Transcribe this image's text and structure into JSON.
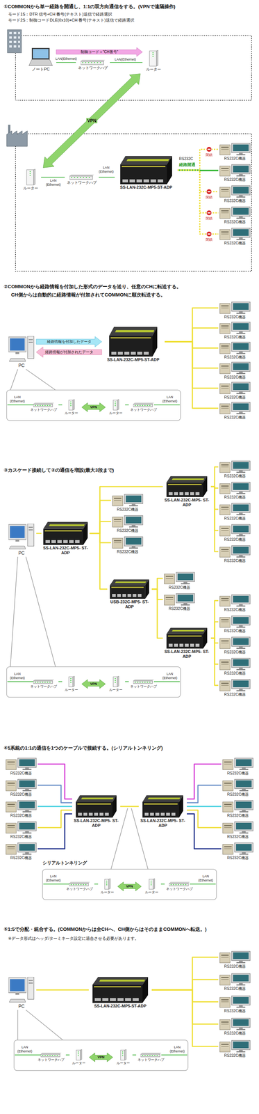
{
  "diagram": {
    "nodes": [
      {
        "text": [
          "ノートPC"
        ]
      },
      {
        "text": [
          "ネットワークハブ"
        ]
      },
      {
        "text": [
          "ルーター"
        ]
      },
      {
        "text": [
          "ルーター"
        ]
      },
      {
        "text": [
          "ネットワークハブ"
        ]
      },
      {
        "text": [
          "SS-LAN-232C-MP5-ST-ADP"
        ]
      },
      {
        "text": [
          "RS232C機器"
        ]
      },
      {
        "text": [
          "RS232C機器"
        ]
      },
      {
        "text": [
          "RS232C機器"
        ]
      },
      {
        "text": [
          "RS232C機器"
        ]
      },
      {
        "text": [
          "RS232C機器"
        ]
      },
      {
        "text": [
          "PC"
        ]
      },
      {
        "text": [
          "SS-LAN-232C-MP5-ST-ADP"
        ]
      },
      {
        "text": [
          "RS232C機器"
        ]
      },
      {
        "text": [
          "RS232C機器"
        ]
      },
      {
        "text": [
          "RS232C機器"
        ]
      },
      {
        "text": [
          "RS232C機器"
        ]
      },
      {
        "text": [
          "RS232C機器"
        ]
      },
      {
        "text": [
          "RS232C機器"
        ]
      },
      {
        "text": [
          "ネットワークハブ"
        ]
      },
      {
        "text": [
          "ルーター"
        ]
      },
      {
        "text": [
          "ルーター"
        ]
      },
      {
        "text": [
          "ネットワークハブ"
        ]
      },
      {
        "text": [
          "PC"
        ]
      },
      {
        "text": [
          "SS-LAN-232C-MP5- ST-ADP"
        ]
      },
      {
        "text": [
          "RS232C機器"
        ]
      },
      {
        "text": [
          "RS232C機器"
        ]
      },
      {
        "text": [
          "RS232C機器"
        ]
      },
      {
        "text": [
          "SS-LAN-232C-MP5- ST-ADP"
        ]
      },
      {
        "text": [
          "RS232C機器"
        ]
      },
      {
        "text": [
          "RS232C機器"
        ]
      },
      {
        "text": [
          "RS232C機器"
        ]
      },
      {
        "text": [
          "RS232C機器"
        ]
      },
      {
        "text": [
          "RS232C機器"
        ]
      },
      {
        "text": [
          "USB-232C-MP5- ST-ADP"
        ]
      },
      {
        "text": [
          "RS232C機器"
        ]
      },
      {
        "text": [
          "RS232C機器"
        ]
      },
      {
        "text": [
          "SS-LAN-232C-MP5- ST-ADP"
        ]
      },
      {
        "text": [
          "RS232C機器"
        ]
      },
      {
        "text": [
          "RS232C機器"
        ]
      },
      {
        "text": [
          "RS232C機器"
        ]
      },
      {
        "text": [
          "RS232C機器"
        ]
      },
      {
        "text": [
          "RS232C機器"
        ]
      },
      {
        "text": [
          "ネットワークハブ"
        ]
      },
      {
        "text": [
          "ルーター"
        ]
      },
      {
        "text": [
          "ルーター"
        ]
      },
      {
        "text": [
          "ネットワークハブ"
        ]
      },
      {
        "text": [
          "RS232C機器"
        ]
      },
      {
        "text": [
          "RS232C機器"
        ]
      },
      {
        "text": [
          "RS232C機器"
        ]
      },
      {
        "text": [
          "RS232C機器"
        ]
      },
      {
        "text": [
          "RS232C機器"
        ]
      },
      {
        "text": [
          "SS-LAN-232C-MP5- ST-ADP"
        ]
      },
      {
        "text": [
          "SS-LAN-232C-MP5- ST-ADP"
        ]
      },
      {
        "text": [
          "RS232C機器"
        ]
      },
      {
        "text": [
          "RS232C機器"
        ]
      },
      {
        "text": [
          "RS232C機器"
        ]
      },
      {
        "text": [
          "RS232C機器"
        ]
      },
      {
        "text": [
          "RS232C機器"
        ]
      },
      {
        "text": [
          "ネットワークハブ"
        ]
      },
      {
        "text": [
          "ルーター"
        ]
      },
      {
        "text": [
          "ルーター"
        ]
      },
      {
        "text": [
          "ネットワークハブ"
        ]
      },
      {
        "text": [
          "PC"
        ]
      },
      {
        "text": [
          "SS-LAN-232C-MP5-ST-ADP"
        ]
      },
      {
        "text": [
          "RS232C機器"
        ]
      },
      {
        "text": [
          "RS232C機器"
        ]
      },
      {
        "text": [
          "RS232C機器"
        ]
      },
      {
        "text": [
          "RS232C機器"
        ]
      },
      {
        "text": [
          "RS232C機器"
        ]
      },
      {
        "text": [
          "ネットワークハブ"
        ]
      },
      {
        "text": [
          "ルーター"
        ]
      },
      {
        "text": [
          "ルーター"
        ]
      },
      {
        "text": [
          "ネットワークハブ"
        ]
      }
    ],
    "edges": [
      {
        "from": 0,
        "to": 2,
        "arrow": "to",
        "label": "制御コード＋\"CH番号\""
      },
      {
        "from": 0,
        "to": 1,
        "arrow": "none"
      },
      {
        "from": 1,
        "to": 2,
        "arrow": "none"
      },
      {
        "from": 2,
        "to": 3,
        "arrow": "both",
        "label": "VPN"
      },
      {
        "from": 3,
        "to": 4,
        "arrow": "none"
      },
      {
        "from": 4,
        "to": 5,
        "arrow": "none"
      },
      {
        "from": 5,
        "to": 6,
        "arrow": "none"
      },
      {
        "from": 5,
        "to": 7,
        "arrow": "none"
      },
      {
        "from": 5,
        "to": 8,
        "arrow": "none"
      },
      {
        "from": 5,
        "to": 9,
        "arrow": "none"
      },
      {
        "from": 5,
        "to": 10,
        "arrow": "none"
      },
      {
        "from": 11,
        "to": 12,
        "arrow": "to",
        "label": "経路情報を付加したデータ"
      },
      {
        "from": 12,
        "to": 11,
        "arrow": "to",
        "label": "経路情報が付加されたデータ"
      },
      {
        "from": 12,
        "to": 13,
        "arrow": "none"
      },
      {
        "from": 12,
        "to": 14,
        "arrow": "none"
      },
      {
        "from": 12,
        "to": 15,
        "arrow": "none"
      },
      {
        "from": 12,
        "to": 16,
        "arrow": "none"
      },
      {
        "from": 12,
        "to": 17,
        "arrow": "none"
      },
      {
        "from": 12,
        "to": 18,
        "arrow": "none"
      },
      {
        "from": 19,
        "to": 20,
        "arrow": "none"
      },
      {
        "from": 20,
        "to": 21,
        "arrow": "both",
        "label": "VPN"
      },
      {
        "from": 21,
        "to": 22,
        "arrow": "none"
      },
      {
        "from": 23,
        "to": 24,
        "arrow": "none"
      },
      {
        "from": 24,
        "to": 25,
        "arrow": "none"
      },
      {
        "from": 24,
        "to": 26,
        "arrow": "none"
      },
      {
        "from": 24,
        "to": 27,
        "arrow": "none"
      },
      {
        "from": 24,
        "to": 28,
        "arrow": "none"
      },
      {
        "from": 24,
        "to": 34,
        "arrow": "none"
      },
      {
        "from": 28,
        "to": 29,
        "arrow": "none"
      },
      {
        "from": 28,
        "to": 30,
        "arrow": "none"
      },
      {
        "from": 28,
        "to": 31,
        "arrow": "none"
      },
      {
        "from": 28,
        "to": 32,
        "arrow": "none"
      },
      {
        "from": 28,
        "to": 33,
        "arrow": "none"
      },
      {
        "from": 34,
        "to": 35,
        "arrow": "none"
      },
      {
        "from": 34,
        "to": 36,
        "arrow": "none"
      },
      {
        "from": 34,
        "to": 37,
        "arrow": "none"
      },
      {
        "from": 37,
        "to": 38,
        "arrow": "none"
      },
      {
        "from": 37,
        "to": 39,
        "arrow": "none"
      },
      {
        "from": 37,
        "to": 40,
        "arrow": "none"
      },
      {
        "from": 37,
        "to": 41,
        "arrow": "none"
      },
      {
        "from": 37,
        "to": 42,
        "arrow": "none"
      },
      {
        "from": 43,
        "to": 44,
        "arrow": "none"
      },
      {
        "from": 44,
        "to": 45,
        "arrow": "both",
        "label": "VPN"
      },
      {
        "from": 45,
        "to": 46,
        "arrow": "none"
      },
      {
        "from": 47,
        "to": 52,
        "arrow": "none"
      },
      {
        "from": 48,
        "to": 52,
        "arrow": "none"
      },
      {
        "from": 49,
        "to": 52,
        "arrow": "none"
      },
      {
        "from": 50,
        "to": 52,
        "arrow": "none"
      },
      {
        "from": 51,
        "to": 52,
        "arrow": "none"
      },
      {
        "from": 52,
        "to": 53,
        "arrow": "none"
      },
      {
        "from": 53,
        "to": 54,
        "arrow": "none"
      },
      {
        "from": 53,
        "to": 55,
        "arrow": "none"
      },
      {
        "from": 53,
        "to": 56,
        "arrow": "none"
      },
      {
        "from": 53,
        "to": 57,
        "arrow": "none"
      },
      {
        "from": 53,
        "to": 58,
        "arrow": "none"
      },
      {
        "from": 59,
        "to": 60,
        "arrow": "none"
      },
      {
        "from": 60,
        "to": 61,
        "arrow": "both",
        "label": "VPN"
      },
      {
        "from": 61,
        "to": 62,
        "arrow": "none"
      },
      {
        "from": 63,
        "to": 64,
        "arrow": "none"
      },
      {
        "from": 64,
        "to": 65,
        "arrow": "none"
      },
      {
        "from": 64,
        "to": 66,
        "arrow": "none"
      },
      {
        "from": 64,
        "to": 67,
        "arrow": "none"
      },
      {
        "from": 64,
        "to": 68,
        "arrow": "none"
      },
      {
        "from": 64,
        "to": 69,
        "arrow": "none"
      },
      {
        "from": 70,
        "to": 71,
        "arrow": "none"
      },
      {
        "from": 71,
        "to": 72,
        "arrow": "both",
        "label": "VPN"
      },
      {
        "from": 72,
        "to": 73,
        "arrow": "none"
      }
    ],
    "labels": [
      "①COMMONから単一経路を開通し、1:1の双方向通信をする。(VPNで遠隔操作)",
      "モード1S：DTR 信号+CH 番号(テキスト)送信で経路選択",
      "モード2S：制御コードDLE(0x10)+CH 番号(テキスト)送信で経路選択",
      "LAN(Ethernet)",
      "LAN(Ethernet)",
      "LAN (Ethernet)",
      "LAN (Ethernet)",
      "RS232C",
      "経路開通",
      "閉鎖",
      "閉鎖",
      "閉鎖",
      "閉鎖",
      "②COMMONから経路情報を付加した形式のデータを送り、任意のCHに転送する。",
      "CH側からは自動的に経路情報が付加されてCOMMONに順次転送する。",
      "LAN (Ethernet)",
      "LAN (Ethernet)",
      "③カスケード接続して②の通信を増設(最大3段まで)",
      "LAN (Ethernet)",
      "LAN (Ethernet)",
      "④5系統の1:1の通信を1つのケーブルで接続する。(シリアルトンネリング)",
      "シリアルトンネリング",
      "LAN (Ethernet)",
      "LAN (Ethernet)",
      "⑤1:5で分配・統合する。(COMMONからは全CHへ、CH側からはそのままCOMMONへ転送。)",
      "※データ形式はヘッダ/ターミネータ設定に適合させる必要があります。",
      "LAN (Ethernet)",
      "LAN (Ethernet)"
    ]
  }
}
